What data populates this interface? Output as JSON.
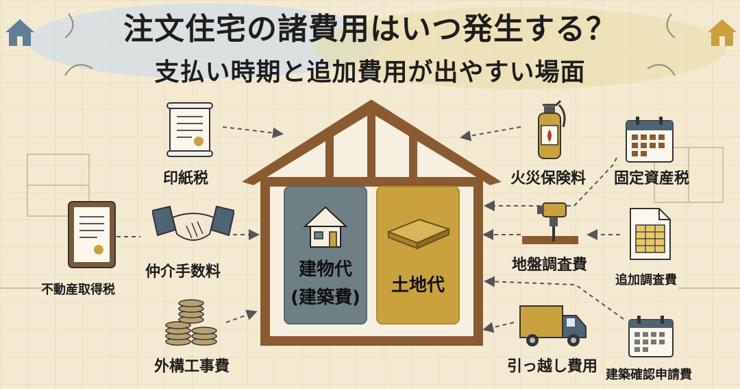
{
  "title": "注文住宅の諸費用はいつ発生する？",
  "subtitle": "支払い時期と追加費用が出やすい場面",
  "center": {
    "building_cost_line1": "建物代",
    "building_cost_line2": "(建築費)",
    "land_cost": "土地代"
  },
  "left_items": {
    "stamp_tax": "印紙税",
    "brokerage_fee": "仲介手数料",
    "real_estate_acquisition_tax": "不動産取得税",
    "exterior_work_cost": "外構工事費"
  },
  "right_items": {
    "fire_insurance": "火災保険料",
    "fixed_asset_tax": "固定資産税",
    "ground_survey_cost": "地盤調査費",
    "additional_survey_cost": "追加調査費",
    "moving_cost": "引っ越し費用",
    "building_confirmation_fee": "建築確認申請費"
  },
  "colors": {
    "background": "#f4ead2",
    "wood": "#8a5a33",
    "building_panel": "#6f7f86",
    "land_panel": "#c9a23e",
    "house_icon_blue": "#5f7f98",
    "house_icon_gold": "#c9a23e"
  }
}
